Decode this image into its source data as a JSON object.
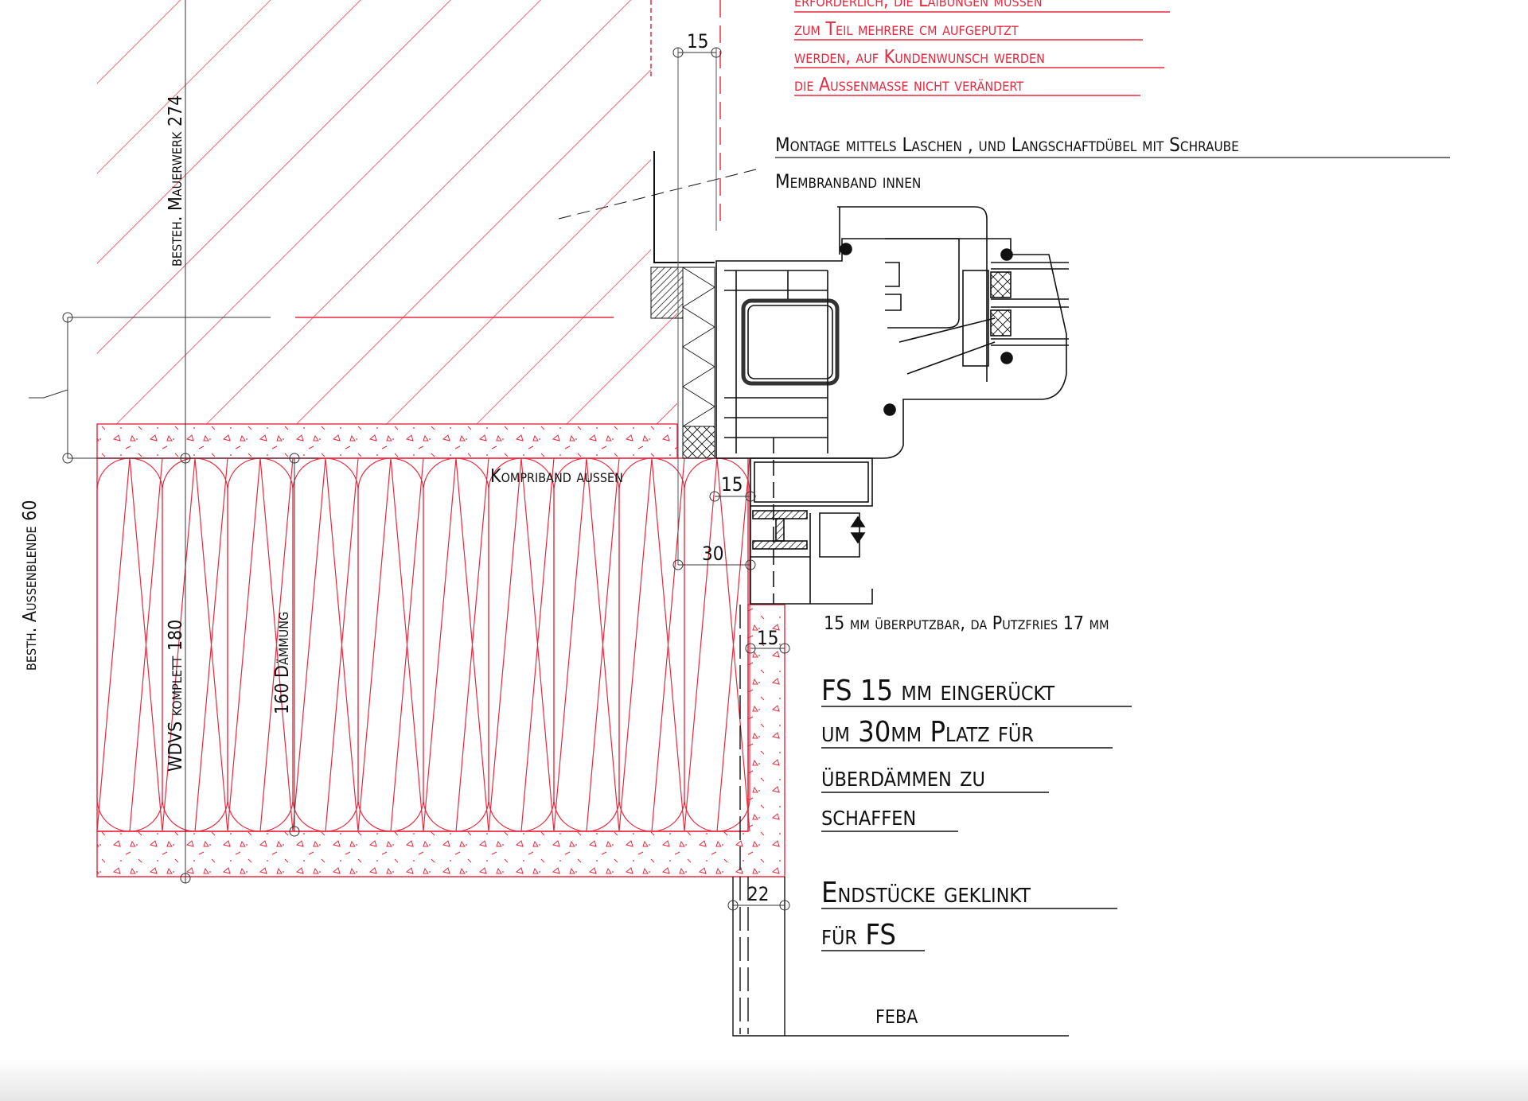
{
  "notes_red": [
    "erforderlich, die Laibungen müssen",
    "zum Teil mehrere cm aufgeputzt",
    "werden, auf Kundenwunsch werden",
    "die Aussenmaße nicht verändert"
  ],
  "labels": {
    "montage": "Montage mittels Laschen , und Langschaftdübel mit Schraube",
    "membranband": "Membranband innen",
    "kompriband": "Kompriband aussen",
    "ueberputzbar": "15 mm überputzbar, da Putzfries 17 mm",
    "feba": "FEBA",
    "mauerwerk": "besteh. Mauerwerk 274",
    "aussenblende": "besth. Aussenblende 60",
    "wdvs": "WDVS komplett 180",
    "daemmung": "160 Dämmung"
  },
  "notes_big": [
    "FS 15 mm eingerückt",
    "um 30mm Platz für",
    "überdämmen zu",
    "schaffen"
  ],
  "notes_big2": [
    "Endstücke geklinkt",
    "für FS"
  ],
  "dimensions": {
    "d_top": "15",
    "d_kompri": "15",
    "d_30": "30",
    "d_fs": "15",
    "d_22": "22"
  },
  "colors": {
    "red": "#e8283e",
    "black": "#111111"
  }
}
